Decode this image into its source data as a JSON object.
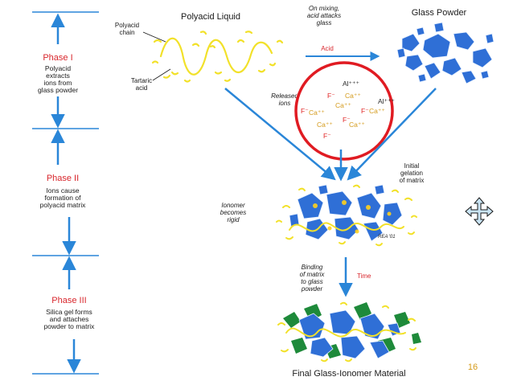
{
  "phases": [
    {
      "title": "Phase I",
      "lines": [
        "Polyacid",
        "extracts",
        "ions from",
        "glass powder"
      ]
    },
    {
      "title": "Phase II",
      "lines": [
        "Ions cause",
        "formation of",
        "polyacid matrix"
      ]
    },
    {
      "title": "Phase III",
      "lines": [
        "Silica gel forms",
        "and attaches",
        "powder to matrix"
      ]
    }
  ],
  "top": {
    "polyacid_liquid": "Polyacid Liquid",
    "polyacid_chain": [
      "Polyacid",
      "chain"
    ],
    "tartaric_acid": [
      "Tartaric",
      "acid"
    ],
    "on_mixing": [
      "On mixing,",
      "acid attacks",
      "glass"
    ],
    "acid": "Acid",
    "glass_powder": "Glass Powder"
  },
  "middle": {
    "released_ions": [
      "Released",
      "ions"
    ],
    "ions": {
      "al1": "Al⁺⁺⁺",
      "al2": "Al⁺⁺⁺",
      "f1": "F⁻",
      "f2": "F⁻",
      "f3": "F⁻",
      "f4": "F⁻",
      "f5": "F⁻",
      "ca1": "Ca⁺⁺",
      "ca2": "Ca⁺⁺",
      "ca3": "Ca⁺⁺",
      "ca4": "Ca⁺⁺",
      "ca5": "Ca⁺⁺"
    },
    "initial_gelation": [
      "Initial",
      "gelation",
      "of matrix"
    ],
    "ionomer_rigid": [
      "Ionomer",
      "becomes",
      "rigid"
    ],
    "credit": "REA '01"
  },
  "bottom": {
    "binding": [
      "Binding",
      "of matrix",
      "to glass",
      "powder"
    ],
    "time": "Time",
    "final": "Final Glass-Ionomer Material"
  },
  "page_number": "16",
  "colors": {
    "arrow_blue": "#2a86d8",
    "phase_red": "#d8262c",
    "ion_circle": "#e01b22",
    "glass_blue": "#2f6fd6",
    "polymer_yellow": "#f2e12a",
    "ca_gold": "#d49a1a",
    "page_num": "#d49a1a"
  },
  "icons": [
    "move-cursor-icon"
  ]
}
